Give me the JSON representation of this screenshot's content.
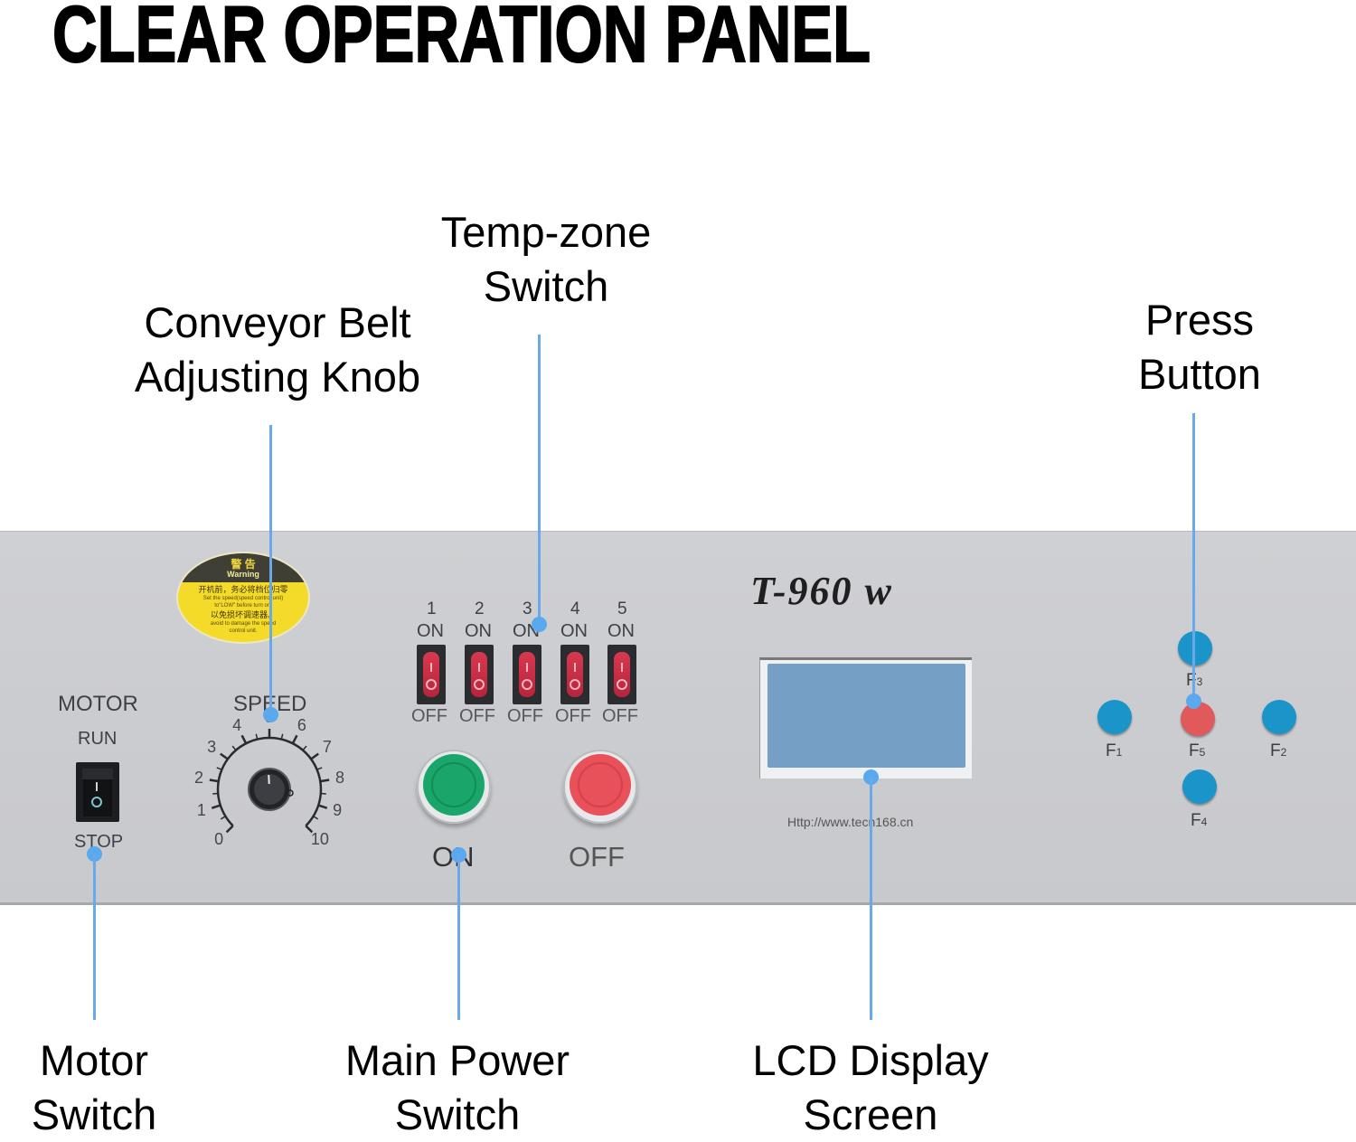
{
  "title": "CLEAR OPERATION PANEL",
  "callouts": {
    "conveyor_knob": {
      "line1": "Conveyor Belt",
      "line2": "Adjusting Knob"
    },
    "temp_zone": {
      "line1": "Temp-zone",
      "line2": "Switch"
    },
    "press_button": {
      "line1": "Press",
      "line2": "Button"
    },
    "motor_switch": {
      "line1": "Motor",
      "line2": "Switch"
    },
    "main_power": {
      "line1": "Main Power",
      "line2": "Switch"
    },
    "lcd_display": {
      "line1": "LCD Display",
      "line2": "Screen"
    }
  },
  "colors": {
    "leader_line": "#69a9ea",
    "panel_bg": "#cbccd0",
    "on_button": "#1aa56b",
    "off_button": "#e8505a",
    "f_button": "#1a94c9",
    "f5_button": "#e15a5b",
    "lcd": "#769fc5",
    "warning_label": "#f4db29"
  },
  "warning_label": {
    "heading_cn": "警 告",
    "heading_en": "Warning",
    "line1_cn": "开机前，务必将档位归零",
    "line2_en": "Set the speed(speed control unit)",
    "line3_en": "to\"LOW\" before turn on,",
    "line4_cn": "以免损坏调速器。",
    "line5_en": "avoid to damage the speed",
    "line6_en": "control unit."
  },
  "motor": {
    "label": "MOTOR",
    "run_label": "RUN",
    "stop_label": "STOP",
    "rocker_on_symbol": "I",
    "rocker_off_symbol": "O"
  },
  "speed": {
    "label": "SPEED",
    "scale": [
      "0",
      "1",
      "2",
      "3",
      "4",
      "5",
      "6",
      "7",
      "8",
      "9",
      "10"
    ],
    "current_value": 4.9,
    "min": 0,
    "max": 10
  },
  "temp_zones": {
    "switches": [
      {
        "number": "1",
        "on_label": "ON",
        "off_label": "OFF"
      },
      {
        "number": "2",
        "on_label": "ON",
        "off_label": "OFF"
      },
      {
        "number": "3",
        "on_label": "ON",
        "off_label": "OFF"
      },
      {
        "number": "4",
        "on_label": "ON",
        "off_label": "OFF"
      },
      {
        "number": "5",
        "on_label": "ON",
        "off_label": "OFF"
      }
    ]
  },
  "power": {
    "on_label": "ON",
    "off_label": "OFF"
  },
  "model": {
    "name": "T-960 w"
  },
  "lcd": {
    "url_text": "Http://www.tecn168.cn"
  },
  "function_buttons": {
    "f1": {
      "letter": "F",
      "sub": "1"
    },
    "f2": {
      "letter": "F",
      "sub": "2"
    },
    "f3": {
      "letter": "F",
      "sub": "3"
    },
    "f4": {
      "letter": "F",
      "sub": "4"
    },
    "f5": {
      "letter": "F",
      "sub": "5"
    }
  }
}
